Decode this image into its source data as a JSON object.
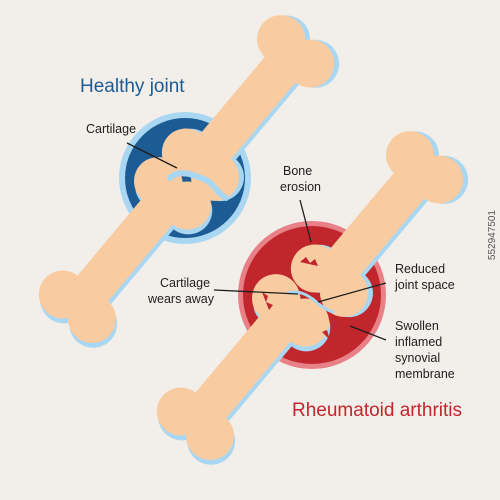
{
  "healthy": {
    "title": "Healthy joint",
    "label_cartilage": "Cartilage"
  },
  "ra": {
    "title": "Rheumatoid arthritis",
    "label_bone_erosion_1": "Bone",
    "label_bone_erosion_2": "erosion",
    "label_cartilage_1": "Cartilage",
    "label_cartilage_2": "wears away",
    "label_joint_space_1": "Reduced",
    "label_joint_space_2": "joint space",
    "label_synovial_1": "Swollen",
    "label_synovial_2": "inflamed",
    "label_synovial_3": "synovial",
    "label_synovial_4": "membrane"
  },
  "stock_id": "552947501",
  "colors": {
    "background": "#f2efea",
    "bone": "#f8cba0",
    "cartilage": "#a9d7f2",
    "healthy_capsule": "#1c5b94",
    "ra_capsule": "#c0262c"
  }
}
